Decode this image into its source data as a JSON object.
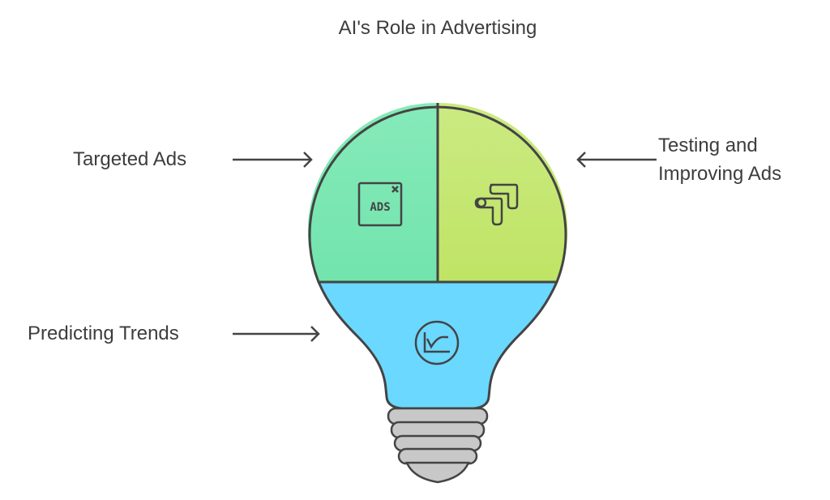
{
  "title": "AI's Role in Advertising",
  "sections": [
    {
      "label": "Targeted Ads",
      "icon": "ads-window-icon",
      "color": "#7ee8b6"
    },
    {
      "label_line1": "Testing and",
      "label_line2": "Improving Ads",
      "icon": "path-arrows-icon",
      "color": "#c6e77a"
    },
    {
      "label": "Predicting Trends",
      "icon": "trend-chart-icon",
      "color": "#6ad8ff"
    }
  ],
  "ads_icon_text": "ADS",
  "colors": {
    "outline": "#444444",
    "base": "#c8c8c8"
  }
}
